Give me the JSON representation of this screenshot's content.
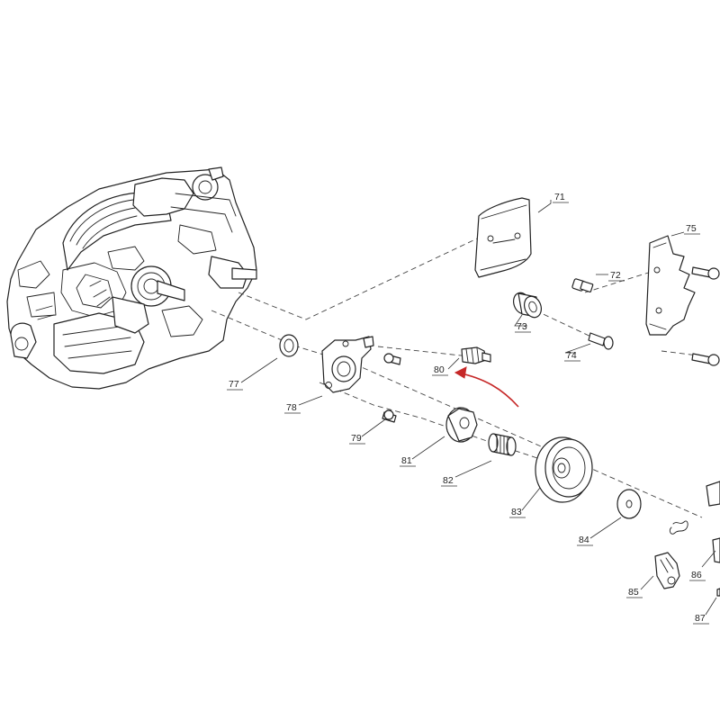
{
  "diagram": {
    "callouts": [
      {
        "id": "71",
        "label": "71"
      },
      {
        "id": "72",
        "label": "72"
      },
      {
        "id": "73",
        "label": "73"
      },
      {
        "id": "74",
        "label": "74"
      },
      {
        "id": "75",
        "label": "75"
      },
      {
        "id": "77",
        "label": "77"
      },
      {
        "id": "78",
        "label": "78"
      },
      {
        "id": "79",
        "label": "79"
      },
      {
        "id": "80",
        "label": "80"
      },
      {
        "id": "81",
        "label": "81"
      },
      {
        "id": "82",
        "label": "82"
      },
      {
        "id": "83",
        "label": "83"
      },
      {
        "id": "84",
        "label": "84"
      },
      {
        "id": "85",
        "label": "85"
      },
      {
        "id": "86",
        "label": "86"
      },
      {
        "id": "87",
        "label": "87"
      }
    ],
    "highlight_arrow_color": "#c62828",
    "highlighted_part": "80",
    "line_color": "#222222"
  }
}
